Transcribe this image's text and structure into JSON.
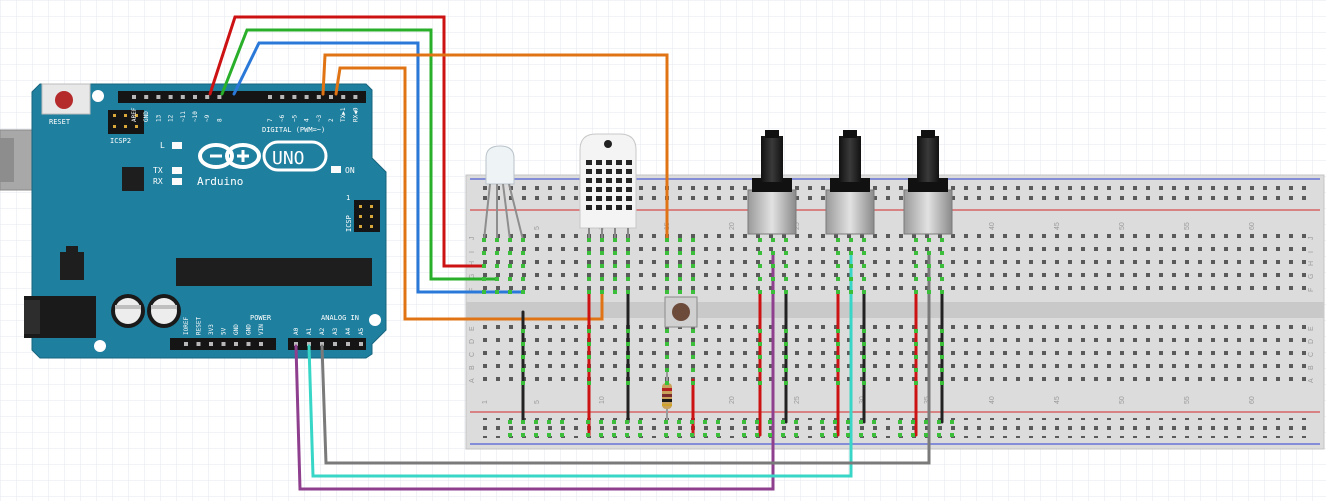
{
  "board": {
    "reset_label": "RESET",
    "icsp2_label": "ICSP2",
    "icsp_label": "ICSP",
    "l_label": "L",
    "tx_label": "TX",
    "rx_label": "RX",
    "on_label": "ON",
    "uno_label": "UNO",
    "brand_label": "Arduino",
    "digital_label": "DIGITAL (PWM=~)",
    "power_label": "POWER",
    "analog_label": "ANALOG IN",
    "digital_pins": [
      "AREF",
      "GND",
      "13",
      "12",
      "~11",
      "~10",
      "~9",
      "8",
      "7",
      "~6",
      "~5",
      "4",
      "~3",
      "2",
      "TX▶1",
      "RX◀0"
    ],
    "power_pins": [
      "IOREF",
      "RESET",
      "3V3",
      "5V",
      "GND",
      "GND",
      "VIN"
    ],
    "analog_pins": [
      "A0",
      "A1",
      "A2",
      "A3",
      "A4",
      "A5"
    ],
    "icsp_one": "1"
  },
  "breadboard": {
    "column_numbers_top": [
      "5",
      "10",
      "15",
      "20",
      "25",
      "30",
      "35",
      "40",
      "45",
      "50",
      "55",
      "60"
    ],
    "column_numbers_bottom": [
      "1",
      "5",
      "10",
      "15",
      "20",
      "25",
      "30",
      "35",
      "40",
      "45",
      "50",
      "55",
      "60"
    ],
    "row_letters_top": [
      "J",
      "I",
      "H",
      "G",
      "F"
    ],
    "row_letters_bottom": [
      "E",
      "D",
      "C",
      "B",
      "A"
    ]
  },
  "colors": {
    "board": "#1f7f9e",
    "wire_red": "#cc1212",
    "wire_green": "#2aaf2a",
    "wire_blue": "#2a78d8",
    "wire_orange": "#e07414",
    "wire_purple": "#8e3f8e",
    "wire_cyan": "#38d6c6",
    "wire_gray": "#7a7a7a",
    "wire_black": "#222222"
  }
}
